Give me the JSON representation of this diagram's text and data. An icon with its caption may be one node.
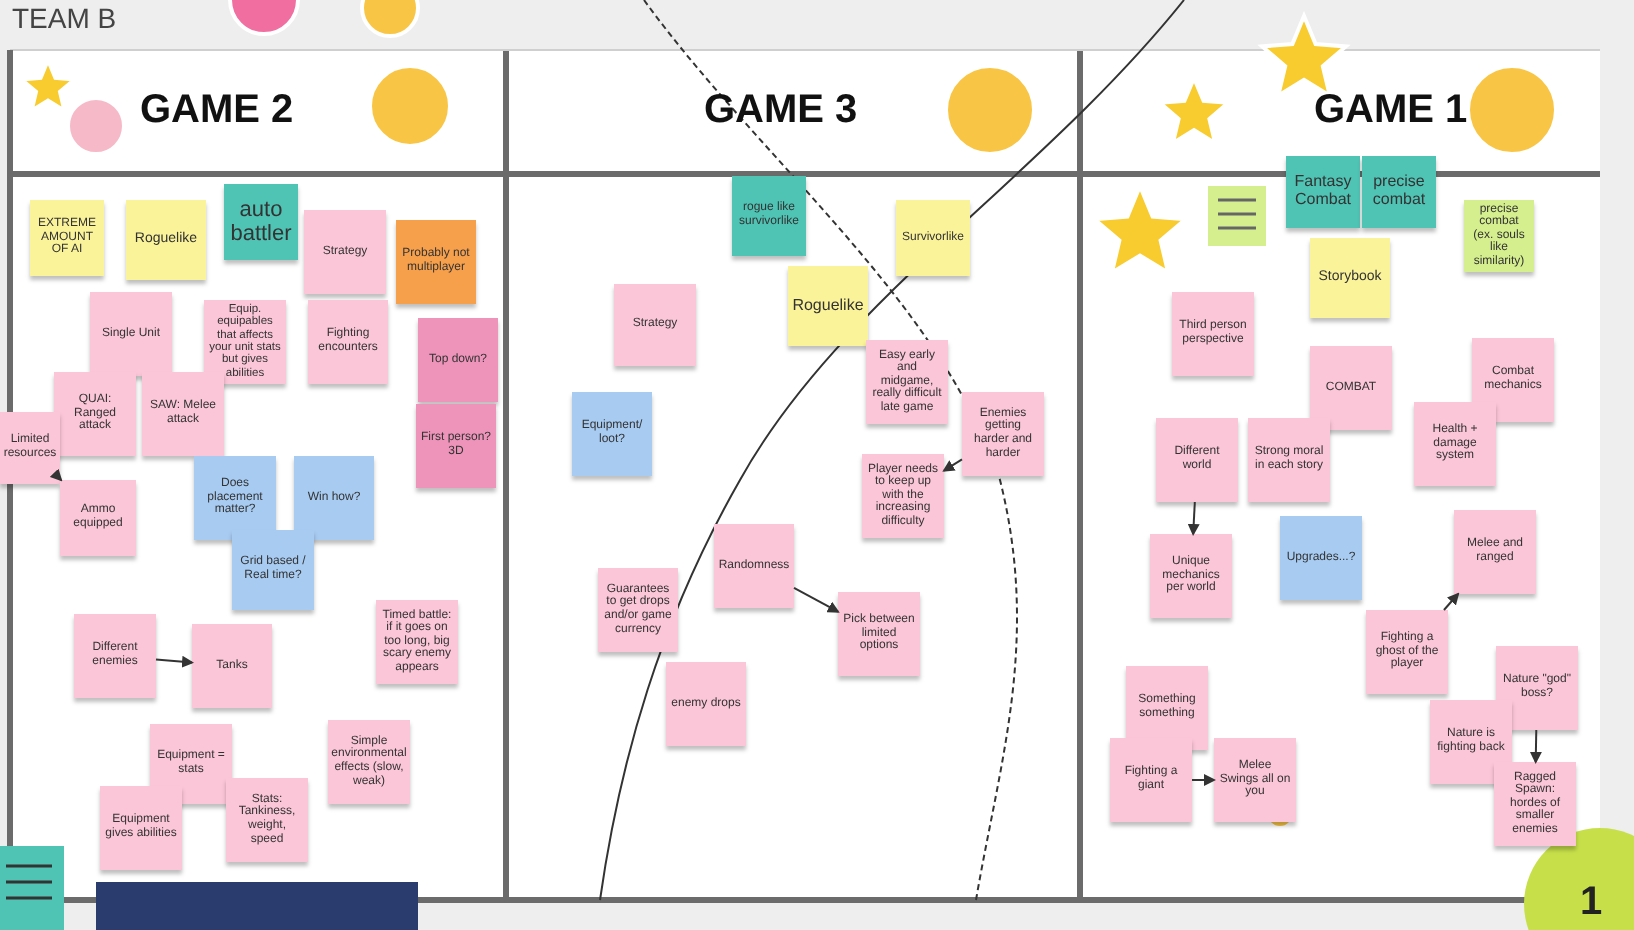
{
  "diagram": {
    "nodes": [
      {
        "text": [
          "EXTREME AMOUNT OF AI"
        ]
      },
      {
        "text": [
          "Roguelike"
        ]
      },
      {
        "text": [
          "auto battler"
        ]
      },
      {
        "text": [
          "Strategy"
        ]
      },
      {
        "text": [
          "Probably not multiplayer"
        ]
      },
      {
        "text": [
          "Single Unit"
        ]
      },
      {
        "text": [
          "Equip. equipables that affects your unit stats but gives abilities"
        ]
      },
      {
        "text": [
          "Fighting encounters"
        ]
      },
      {
        "text": [
          "Top down?"
        ]
      },
      {
        "text": [
          "QUAI: Ranged attack"
        ]
      },
      {
        "text": [
          "SAW: Melee attack"
        ]
      },
      {
        "text": [
          "First person? 3D"
        ]
      },
      {
        "text": [
          "Limited resources"
        ]
      },
      {
        "text": [
          "Ammo equipped"
        ]
      },
      {
        "text": [
          "Does placement matter?"
        ]
      },
      {
        "text": [
          "Win how?"
        ]
      },
      {
        "text": [
          "Grid based / Real time?"
        ]
      },
      {
        "text": [
          "Different enemies"
        ]
      },
      {
        "text": [
          "Tanks"
        ]
      },
      {
        "text": [
          "Timed battle: if it goes on too long, big scary enemy appears"
        ]
      },
      {
        "text": [
          "Equipment = stats"
        ]
      },
      {
        "text": [
          "Simple environmental effects (slow, weak)"
        ]
      },
      {
        "text": [
          "Equipment gives abilities"
        ]
      },
      {
        "text": [
          "Stats: Tankiness, weight, speed"
        ]
      },
      {
        "text": [
          "rogue like survivorlike"
        ]
      },
      {
        "text": [
          "Survivorlike"
        ]
      },
      {
        "text": [
          "Strategy"
        ]
      },
      {
        "text": [
          "Roguelike"
        ]
      },
      {
        "text": [
          "Easy early and midgame, really difficult late game"
        ]
      },
      {
        "text": [
          "Enemies getting harder and harder"
        ]
      },
      {
        "text": [
          "Equipment/ loot?"
        ]
      },
      {
        "text": [
          "Player needs to keep up with the increasing difficulty"
        ]
      },
      {
        "text": [
          "Randomness"
        ]
      },
      {
        "text": [
          "Guarantees to get drops and/or game currency"
        ]
      },
      {
        "text": [
          "Pick between limited options"
        ]
      },
      {
        "text": [
          "enemy drops"
        ]
      },
      {
        "text": [
          "Fantasy Combat"
        ]
      },
      {
        "text": [
          "precise combat"
        ]
      },
      {
        "text": [
          "precise combat (ex. souls like similarity)"
        ]
      },
      {
        "text": [
          "Storybook"
        ]
      },
      {
        "text": [
          "Third person perspective"
        ]
      },
      {
        "text": [
          "COMBAT"
        ]
      },
      {
        "text": [
          "Combat mechanics"
        ]
      },
      {
        "text": [
          "Different world"
        ]
      },
      {
        "text": [
          "Strong moral in each story"
        ]
      },
      {
        "text": [
          "Health + damage system"
        ]
      },
      {
        "text": [
          "Upgrades...?"
        ]
      },
      {
        "text": [
          "Unique mechanics per world"
        ]
      },
      {
        "text": [
          "Melee and ranged"
        ]
      },
      {
        "text": [
          "Fighting a ghost of the player"
        ]
      },
      {
        "text": [
          "Nature \"god\" boss?"
        ]
      },
      {
        "text": [
          "Something something"
        ]
      },
      {
        "text": [
          "Nature is fighting back"
        ]
      },
      {
        "text": [
          "Fighting a giant"
        ]
      },
      {
        "text": [
          "Melee Swings all on you"
        ]
      },
      {
        "text": [
          "Ragged Spawn: hordes of smaller enemies"
        ]
      }
    ],
    "edges": [
      {
        "from": 12,
        "to": 13,
        "arrow": "to"
      },
      {
        "from": 17,
        "to": 18,
        "arrow": "to"
      },
      {
        "from": 29,
        "to": 31,
        "arrow": "to"
      },
      {
        "from": 32,
        "to": 34,
        "arrow": "to"
      },
      {
        "from": 43,
        "to": 47,
        "arrow": "to"
      },
      {
        "from": 49,
        "to": 48,
        "arrow": "to"
      },
      {
        "from": 50,
        "to": 55,
        "arrow": "to"
      },
      {
        "from": 53,
        "to": 54,
        "arrow": "to"
      }
    ],
    "labels": [
      "TEAM B",
      "GAME 2",
      "GAME 3",
      "GAME 1",
      "1"
    ]
  }
}
